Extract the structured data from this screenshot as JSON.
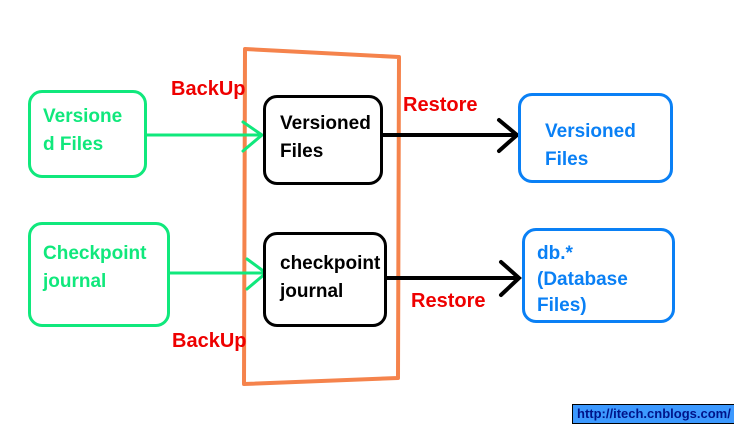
{
  "diagram": {
    "boxes": {
      "source_versioned": {
        "label": "Versione\nd Files"
      },
      "source_checkpoint": {
        "label": "Checkpoint\njournal"
      },
      "backup_versioned": {
        "label": "Versioned\nFiles"
      },
      "backup_checkpoint": {
        "label": "checkpoint\njournal"
      },
      "restore_versioned": {
        "label": "Versioned\nFiles"
      },
      "restore_database": {
        "label": "db.*\n(Database\nFiles)"
      }
    },
    "labels": {
      "backup_top": "BackUp",
      "backup_bottom": "BackUp",
      "restore_top": "Restore",
      "restore_bottom": "Restore"
    },
    "link": {
      "url_text": "http://itech.cnblogs.com/"
    },
    "colors": {
      "source_box_green": "#10e87c",
      "backup_box_black": "#000000",
      "restore_box_blue": "#0a80f5",
      "container_orange": "#f5834c",
      "flow_label_red": "#ee0000",
      "link_background": "#3c99ff",
      "link_text": "#001489"
    }
  }
}
